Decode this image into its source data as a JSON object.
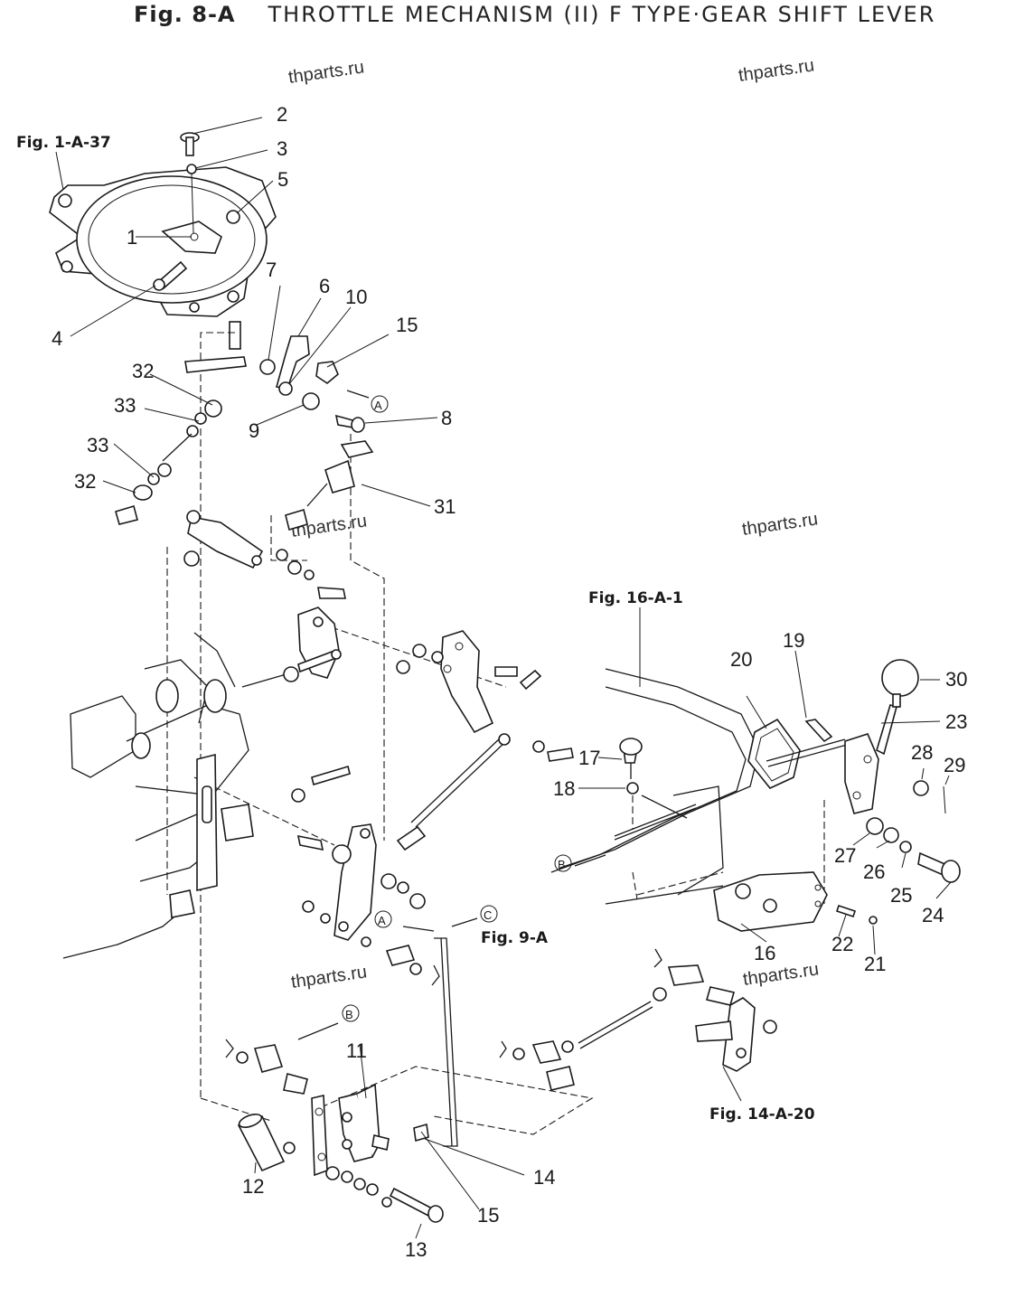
{
  "figure": {
    "number": "Fig. 8-A",
    "title": "THROTTLE MECHANISM (II) F TYPE·GEAR SHIFT LEVER"
  },
  "watermark": "thparts.ru",
  "references": {
    "fig_1_a_37": "Fig. 1-A-37",
    "fig_16_a_1": "Fig. 16-A-1",
    "fig_9_a": "Fig. 9-A",
    "fig_14_a_20": "Fig. 14-A-20"
  },
  "markers": {
    "a": "A",
    "b": "B",
    "c": "C"
  },
  "callouts": {
    "c1": "1",
    "c2": "2",
    "c3": "3",
    "c4": "4",
    "c5": "5",
    "c6": "6",
    "c7": "7",
    "c8": "8",
    "c9": "9",
    "c10": "10",
    "c11": "11",
    "c12": "12",
    "c13": "13",
    "c14": "14",
    "c15a": "15",
    "c15b": "15",
    "c16": "16",
    "c17": "17",
    "c18": "18",
    "c19": "19",
    "c20": "20",
    "c21": "21",
    "c22": "22",
    "c23": "23",
    "c24": "24",
    "c25": "25",
    "c26": "26",
    "c27": "27",
    "c28": "28",
    "c29": "29",
    "c30": "30",
    "c31": "31",
    "c32a": "32",
    "c32b": "32",
    "c33a": "33",
    "c33b": "33"
  }
}
